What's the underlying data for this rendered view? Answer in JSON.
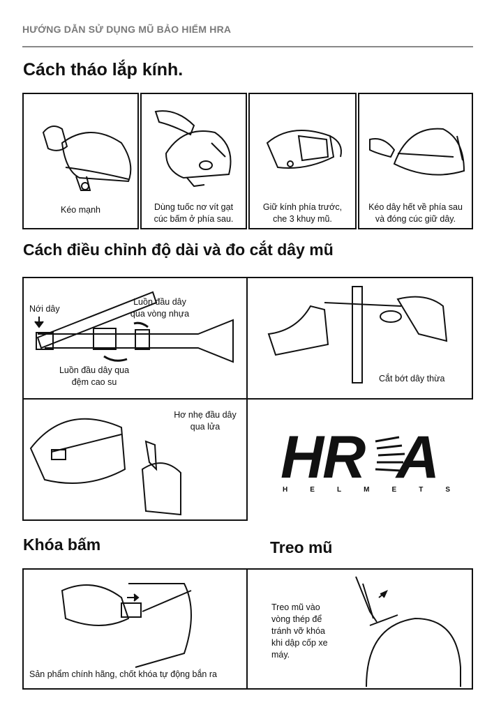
{
  "header": {
    "title": "HƯỚNG DẪN SỬ DỤNG MŨ BẢO HIỂM HRA"
  },
  "sections": {
    "visor": {
      "title": "Cách tháo lắp kính.",
      "steps": [
        {
          "lines": [
            "Kéo mạnh"
          ]
        },
        {
          "lines": [
            "Dùng tuốc nơ vít gạt",
            "cúc bấm ở phía sau."
          ]
        },
        {
          "lines": [
            "Giữ kính phía trước,",
            "che 3 khuy mũ."
          ]
        },
        {
          "lines": [
            "Kéo dây hết về phía sau",
            "và đóng cúc giữ dây."
          ]
        }
      ]
    },
    "strap": {
      "title": "Cách điều chỉnh độ dài và đo cắt dây mũ",
      "labels": {
        "loosen": "Nới dây",
        "thread_plastic": [
          "Luồn đầu dây",
          "qua vòng nhựa"
        ],
        "thread_rubber": [
          "Luồn đầu dây qua",
          "đệm cao su"
        ],
        "cut": "Cắt bớt dây thừa",
        "heat": [
          "Hơ nhẹ đầu dây",
          "qua lửa"
        ]
      }
    },
    "buckle": {
      "title": "Khóa bấm",
      "caption": "Sản phẩm chính hãng, chốt khóa tự động bắn ra"
    },
    "hang": {
      "title": "Treo mũ",
      "caption": [
        "Treo mũ vào",
        "vòng thép để",
        "tránh vỡ khóa",
        "khi dập cốp xe",
        "máy."
      ]
    }
  },
  "logo": {
    "word_left": "HR",
    "word_right": "A",
    "sub_letters": [
      "H",
      "E",
      "L",
      "M",
      "E",
      "T",
      "S"
    ]
  }
}
